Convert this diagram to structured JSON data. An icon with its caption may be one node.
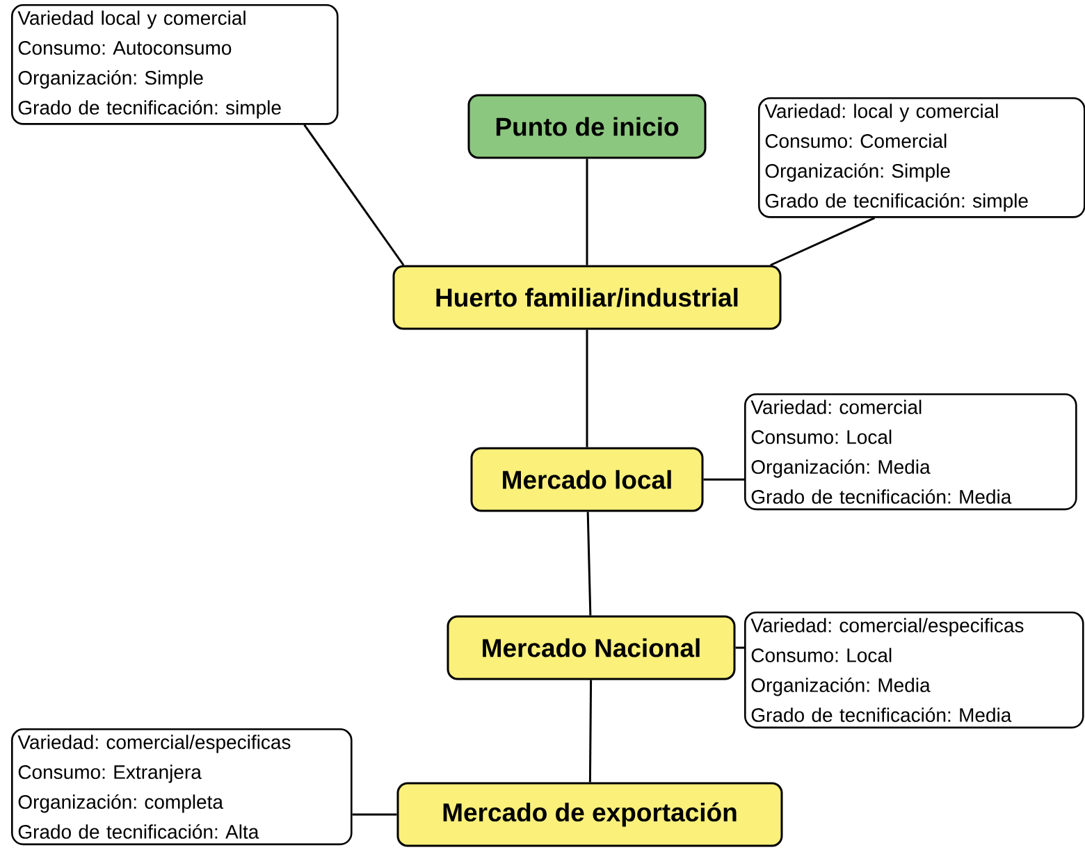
{
  "diagram": {
    "nodes": [
      {
        "text": [
          "Punto de inicio"
        ]
      },
      {
        "text": [
          "Huerto familiar/industrial"
        ]
      },
      {
        "text": [
          "Mercado local"
        ]
      },
      {
        "text": [
          "Mercado Nacional"
        ]
      },
      {
        "text": [
          "Mercado de exportación"
        ]
      },
      {
        "text": [
          "Variedad local y comercial",
          "Consumo: Autoconsumo",
          "Organización: Simple",
          "Grado de tecnificación: simple"
        ]
      },
      {
        "text": [
          "Variedad: local y comercial",
          "Consumo: Comercial",
          "Organización: Simple",
          "Grado de tecnificación: simple"
        ]
      },
      {
        "text": [
          "Variedad: comercial",
          "Consumo: Local",
          "Organización: Media",
          "Grado de tecnificación: Media"
        ]
      },
      {
        "text": [
          "Variedad: comercial/especificas",
          "Consumo: Local",
          "Organización: Media",
          "Grado de tecnificación: Media"
        ]
      },
      {
        "text": [
          "Variedad: comercial/especificas",
          "Consumo: Extranjera",
          "Organización: completa",
          "Grado de tecnificación: Alta"
        ]
      }
    ],
    "edges": [
      {
        "from": 0,
        "to": 1,
        "arrow": "none"
      },
      {
        "from": 1,
        "to": 2,
        "arrow": "none"
      },
      {
        "from": 2,
        "to": 3,
        "arrow": "none"
      },
      {
        "from": 3,
        "to": 4,
        "arrow": "none"
      },
      {
        "from": 5,
        "to": 1,
        "arrow": "none"
      },
      {
        "from": 6,
        "to": 1,
        "arrow": "none"
      },
      {
        "from": 7,
        "to": 2,
        "arrow": "none"
      },
      {
        "from": 8,
        "to": 3,
        "arrow": "none"
      },
      {
        "from": 9,
        "to": 4,
        "arrow": "none"
      }
    ]
  }
}
